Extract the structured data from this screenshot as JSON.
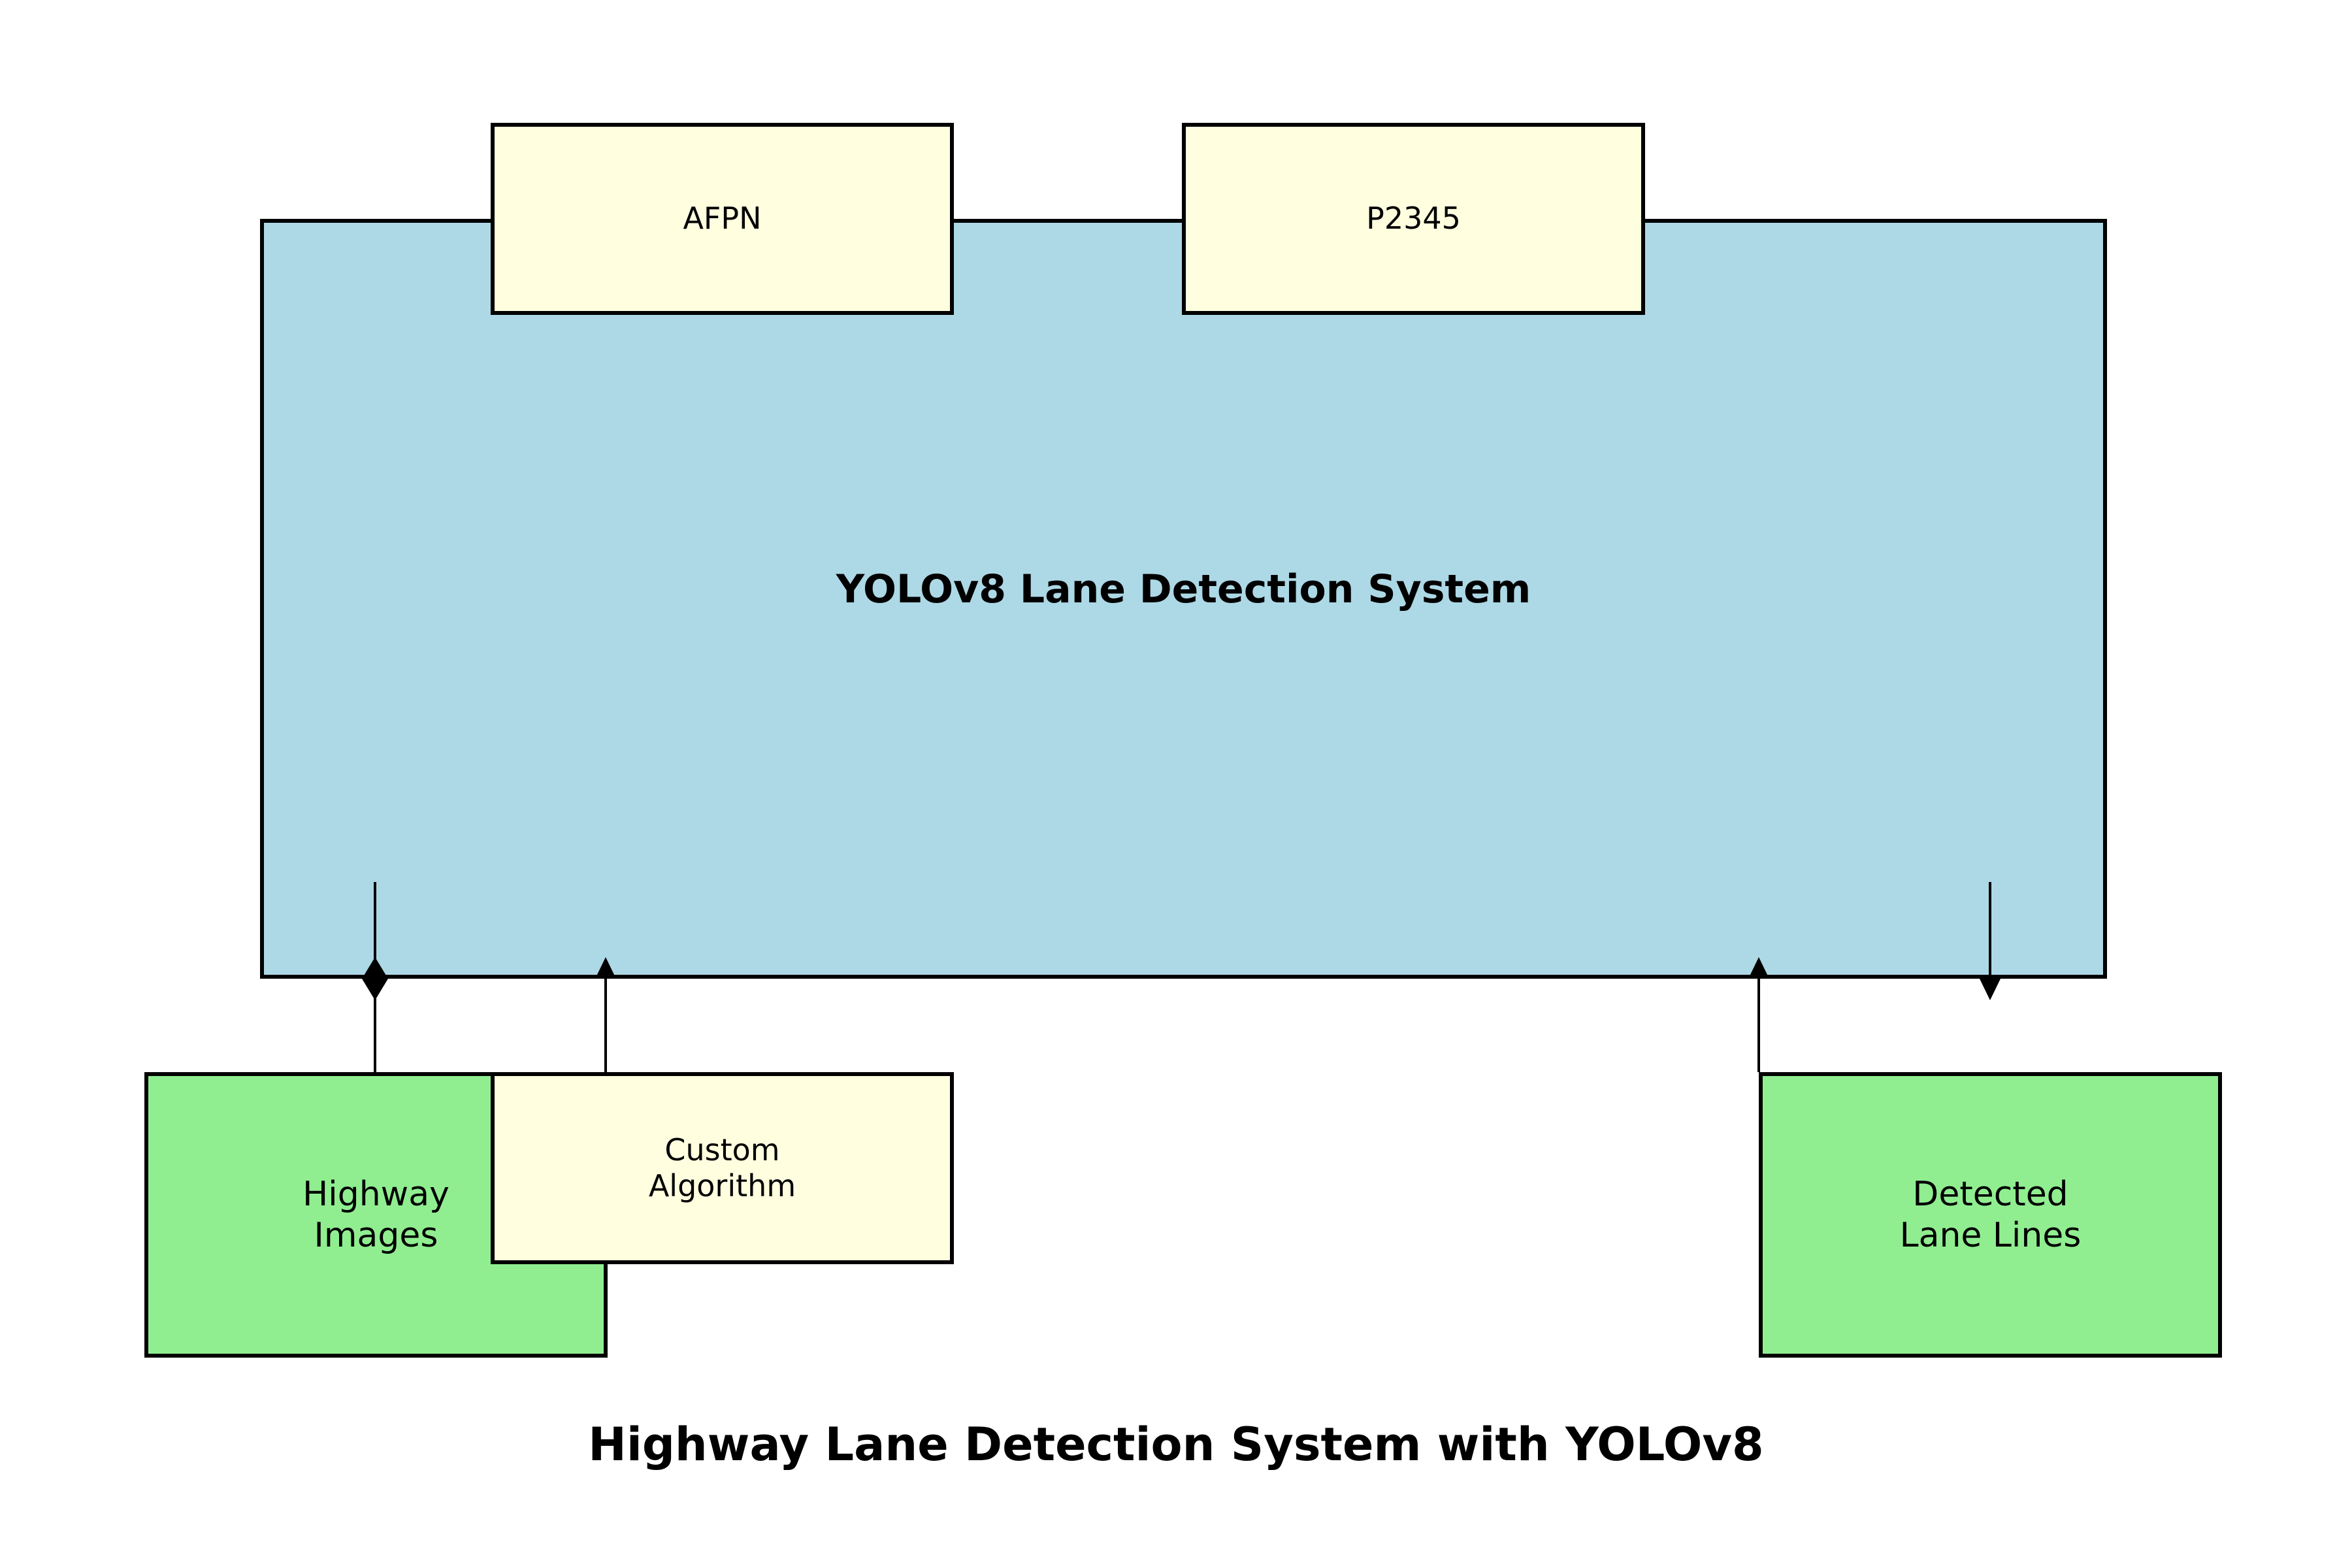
{
  "title": "Highway Lane Detection System with YOLOv8",
  "main_system": {
    "label": "YOLOv8 Lane Detection System",
    "color": "#add8e6"
  },
  "modules": {
    "afpn": "AFPN",
    "p2345": "P2345",
    "custom_algorithm": "Custom\nAlgorithm",
    "color": "#ffffe0"
  },
  "io": {
    "highway_images": "Highway\nImages",
    "detected_lane_lines": "Detected\nLane Lines",
    "color": "#90ee90"
  },
  "edge_color": "#000000"
}
